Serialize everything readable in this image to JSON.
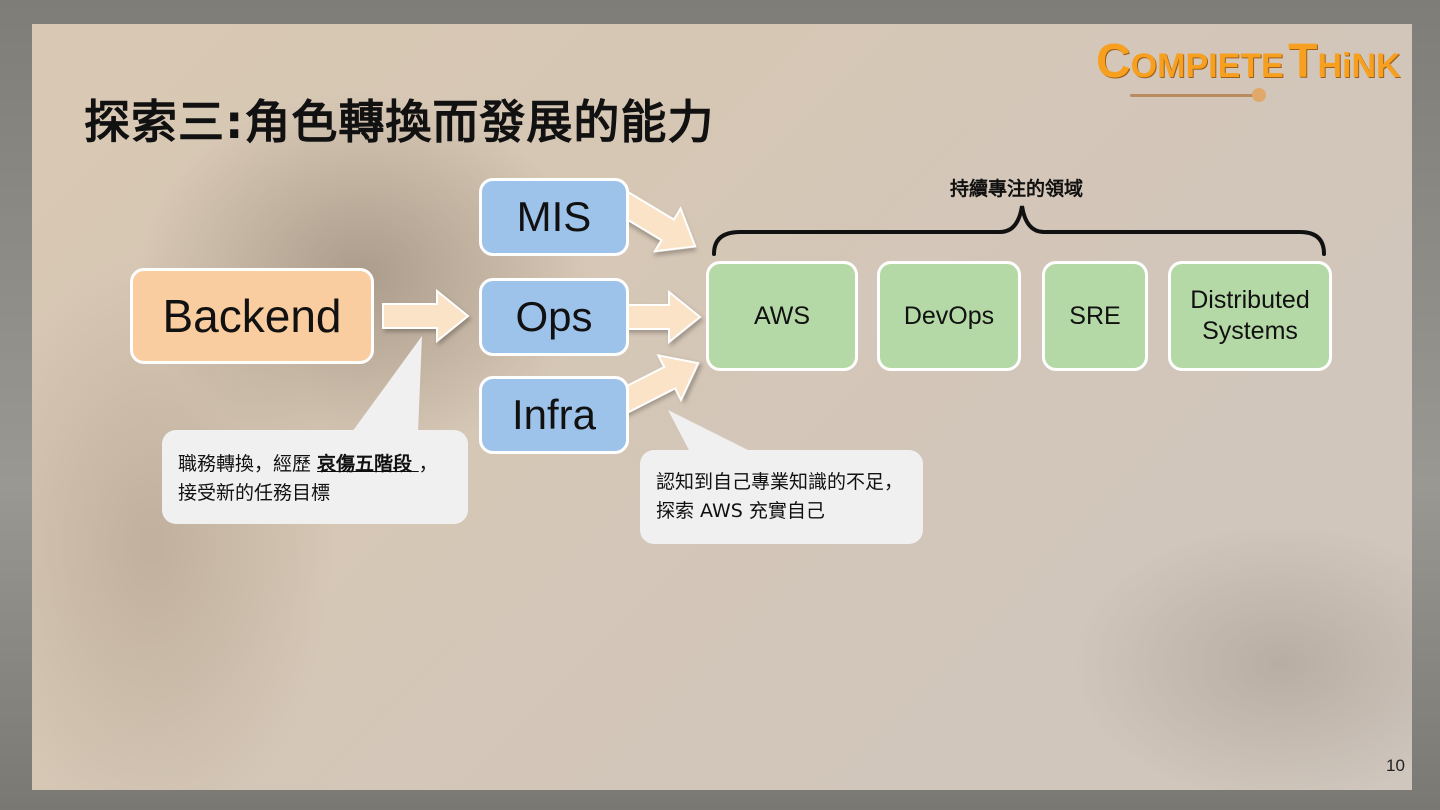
{
  "slide": {
    "title": "探索三:角色轉換而發展的能力",
    "page_number": "10"
  },
  "logo": {
    "c": "C",
    "ompiete": "OMPIETE",
    "t": "T",
    "hink": "HiNK"
  },
  "diagram": {
    "source": "Backend",
    "roles": [
      "MIS",
      "Ops",
      "Infra"
    ],
    "focus_label": "持續專注的領域",
    "focus_areas": [
      "AWS",
      "DevOps",
      "SRE",
      "Distributed Systems"
    ],
    "callout_left": {
      "before": "職務轉換，經歷 ",
      "emphasis": "哀傷五階段 ",
      "after": "，接受新的任務目標"
    },
    "callout_right": "認知到自己專業知識的不足，探索 AWS 充實自己"
  },
  "colors": {
    "source_box": "#f9cda0",
    "role_box": "#9ec3ea",
    "focus_box": "#b5d9a6",
    "arrow_fill": "#fbe3c7",
    "logo_orange": "#f7a01f"
  }
}
